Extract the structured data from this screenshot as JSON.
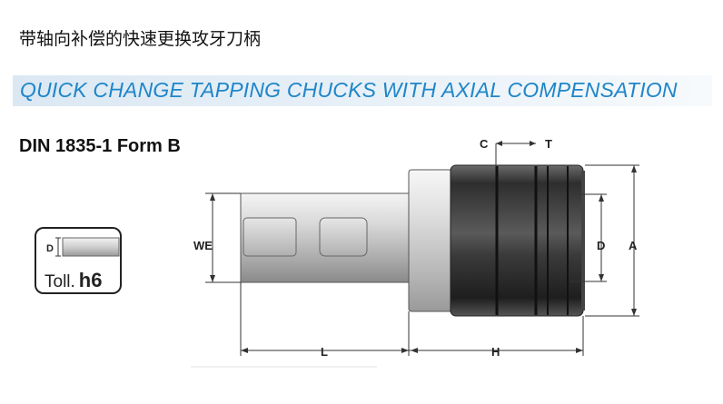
{
  "header": {
    "title_cn": "带轴向补偿的快速更换攻牙刀柄",
    "title_en": "QUICK CHANGE TAPPING CHUCKS WITH AXIAL COMPENSATION",
    "standard": "DIN 1835-1 Form B"
  },
  "tolerance": {
    "shank_dim_label": "D",
    "label": "Toll.",
    "grade": "h6"
  },
  "dimensions": {
    "C": "C",
    "T": "T",
    "WE": "WE",
    "D": "D",
    "A": "A",
    "L": "L",
    "H": "H"
  },
  "colors": {
    "title_blue": "#1f86c8",
    "banner_bg": "#dbe8f3",
    "ring_dark": "#2b2b2b"
  }
}
